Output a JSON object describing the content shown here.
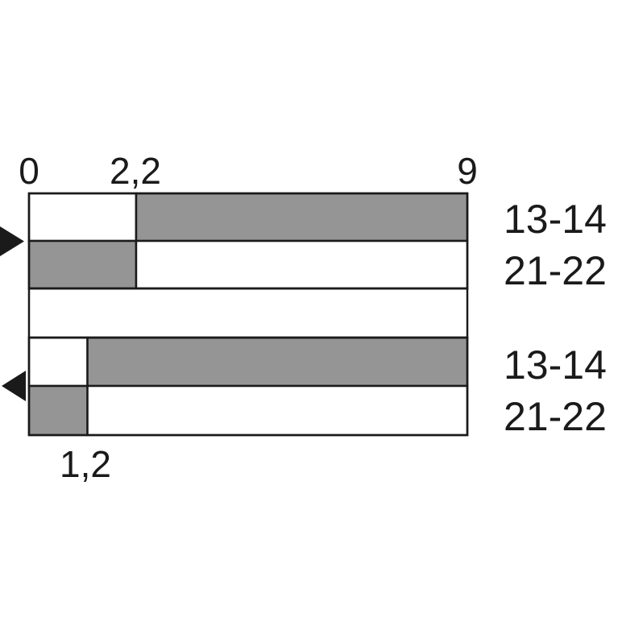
{
  "diagram": {
    "scale": {
      "start_label": "0",
      "mid_label": "2,2",
      "end_label": "9",
      "bottom_label": "1,2",
      "max": 9
    },
    "colors": {
      "active": "#959595",
      "inactive": "#ffffff",
      "stroke": "#1a1a1a"
    },
    "groups": [
      {
        "direction": "right",
        "arrow_icon": "triangle-right-icon",
        "rows": [
          {
            "contact": "13-14",
            "segments": [
              {
                "from": 0,
                "to": 2.2,
                "state": "off"
              },
              {
                "from": 2.2,
                "to": 9,
                "state": "on"
              }
            ]
          },
          {
            "contact": "21-22",
            "segments": [
              {
                "from": 0,
                "to": 2.2,
                "state": "on"
              },
              {
                "from": 2.2,
                "to": 9,
                "state": "off"
              }
            ]
          }
        ]
      },
      {
        "direction": "left",
        "arrow_icon": "triangle-left-icon",
        "rows": [
          {
            "contact": "13-14",
            "segments": [
              {
                "from": 0,
                "to": 1.2,
                "state": "off"
              },
              {
                "from": 1.2,
                "to": 9,
                "state": "on"
              }
            ]
          },
          {
            "contact": "21-22",
            "segments": [
              {
                "from": 0,
                "to": 1.2,
                "state": "on"
              },
              {
                "from": 1.2,
                "to": 9,
                "state": "off"
              }
            ]
          }
        ]
      }
    ]
  }
}
